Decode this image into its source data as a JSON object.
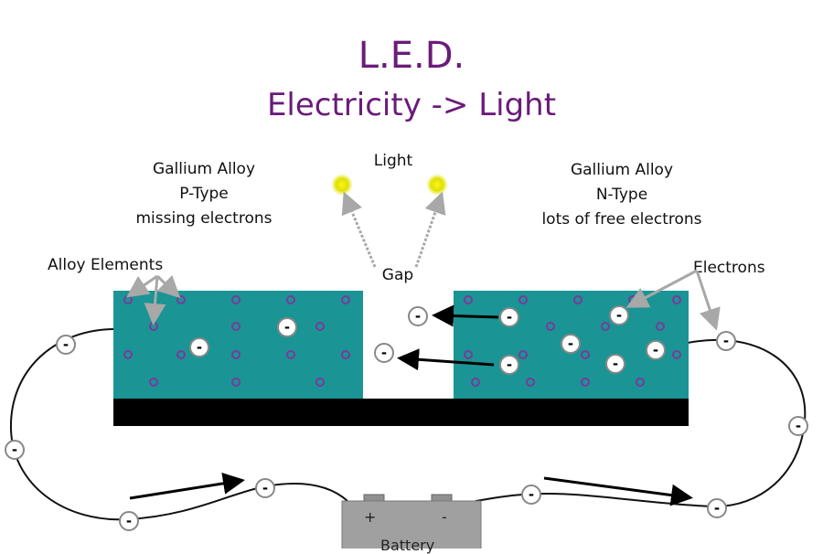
{
  "title": "L.E.D.",
  "subtitle": "Electricity -> Light",
  "labels": {
    "p_type": [
      "Gallium Alloy",
      "P-Type",
      "missing electrons"
    ],
    "n_type": [
      "Gallium Alloy",
      "N-Type",
      "lots of free electrons"
    ],
    "light": "Light",
    "gap": "Gap",
    "alloy_elements": "Alloy Elements",
    "electrons": "Electrons",
    "battery": "Battery",
    "battery_plus": "+",
    "battery_minus": "-"
  },
  "electron_symbol": "-",
  "colors": {
    "title": "#6a1b7a",
    "semiconductor": "#1a9494",
    "base": "#000000",
    "light_glow": "#e8e800",
    "dopant": "#7a3a9a",
    "battery": "#a0a0a0"
  }
}
